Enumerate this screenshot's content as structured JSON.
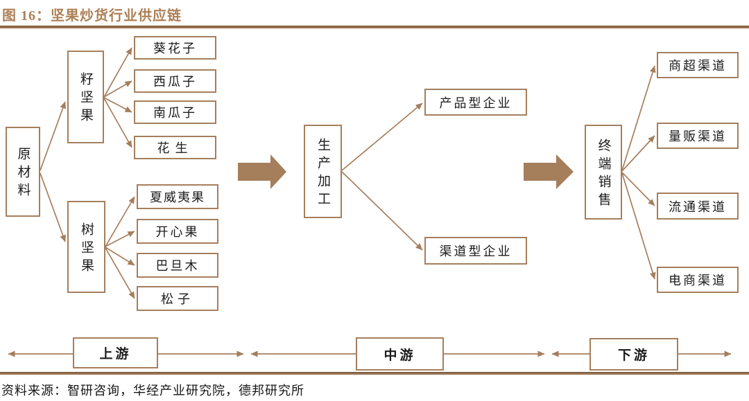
{
  "title": "图 16：坚果炒货行业供应链",
  "source": "资料来源：智研咨询，华经产业研究院，德邦研究所",
  "colors": {
    "accent_brown": "#a57e5c",
    "title_brown": "#ad8057",
    "rule_brown": "#9a7150",
    "text": "#1b1b1b",
    "background": "#ffffff"
  },
  "icons": {
    "flow_arrow": "solid-right-arrow",
    "connector": "thin-brown-arrow"
  },
  "nodes": {
    "root": "原材料",
    "seed": "籽坚果",
    "tree": "树坚果",
    "seed_children": [
      "葵花子",
      "西瓜子",
      "南瓜子",
      "花生"
    ],
    "tree_children": [
      "夏威夷果",
      "开心果",
      "巴旦木",
      "松子"
    ],
    "processing": "生产加工",
    "processing_children": [
      "产品型企业",
      "渠道型企业"
    ],
    "terminal": "终端销售",
    "terminal_children": [
      "商超渠道",
      "量贩渠道",
      "流通渠道",
      "电商渠道"
    ]
  },
  "stages": [
    "上游",
    "中游",
    "下游"
  ]
}
